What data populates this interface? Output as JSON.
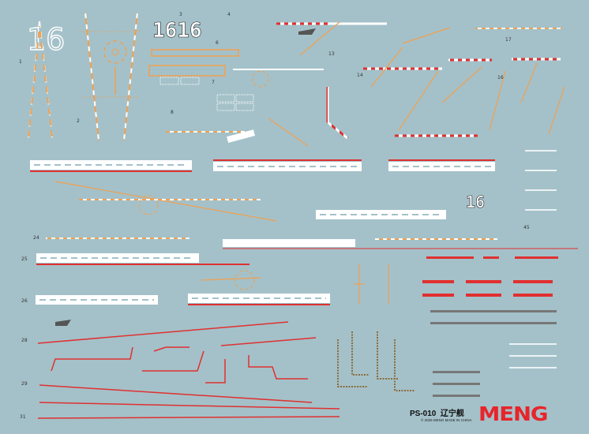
{
  "sheet": {
    "hull_number_outline": "16",
    "hull_number_large": "1616",
    "hull_number_small": "16",
    "product_code": "PS-010",
    "ship_name": "辽宁舰",
    "brand": "MENG",
    "copyright": "© 2025 MENG   MADE IN CHINA",
    "colors": {
      "background": "#a4c1c9",
      "orange": "#f0a050",
      "red": "#e03030",
      "white": "#ffffff"
    }
  }
}
